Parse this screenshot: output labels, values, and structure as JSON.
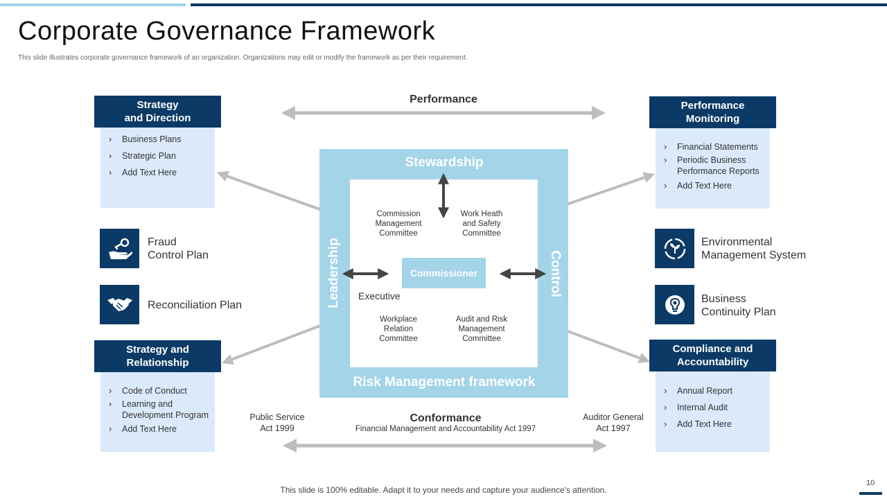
{
  "title": "Corporate Governance Framework",
  "subtitle": "This slide illustrates corporate governance framework of an organization. Organizations may edit or modify the framework as per their requirement.",
  "colors": {
    "navy": "#0b3a66",
    "light_blue": "#a3d4e8",
    "panel_blue": "#dbeafa",
    "arrow_gray": "#bdbdbd"
  },
  "corners": {
    "top_left": {
      "title": "Strategy\nand Direction",
      "items": [
        "Business Plans",
        "Strategic Plan",
        "Add Text Here"
      ]
    },
    "top_right": {
      "title": "Performance\nMonitoring",
      "items": [
        "Financial Statements",
        "Periodic Business\nPerformance Reports",
        "Add Text Here"
      ]
    },
    "bottom_left": {
      "title": "Strategy and\nRelationship",
      "items": [
        "Code of Conduct",
        "Learning and\nDevelopment  Program",
        "Add Text Here"
      ]
    },
    "bottom_right": {
      "title": "Compliance and\nAccountability",
      "items": [
        "Annual Report",
        "Internal Audit",
        "Add Text  Here"
      ]
    }
  },
  "side_items": {
    "fraud": {
      "label": "Fraud\nControl Plan",
      "icon": "hand-key-icon"
    },
    "reconciliation": {
      "label": "Reconciliation Plan",
      "icon": "handshake-icon"
    },
    "environmental": {
      "label": "Environmental\nManagement System",
      "icon": "recycle-leaf-icon"
    },
    "continuity": {
      "label": "Business\nContinuity Plan",
      "icon": "lightbulb-gear-icon"
    }
  },
  "center": {
    "stewardship": "Stewardship",
    "leadership": "Leadership",
    "control": "Control",
    "risk": "Risk Management framework",
    "commissioner": "Commissioner",
    "executive": "Executive",
    "committees": {
      "commission": "Commission\nManagement\nCommittee",
      "work_health": "Work  Heath\nand Safety\nCommittee",
      "workplace": "Workplace\nRelation\nCommittee",
      "audit_risk": "Audit and Risk\nManagement\nCommittee"
    }
  },
  "performance_label": "Performance",
  "conformance_label": "Conformance",
  "conformance_sub": "Financial Management and Accountability Act 1997",
  "public_service_act": "Public Service\nAct 1999",
  "auditor_general_act": "Auditor General\nAct 1997",
  "footer": "This slide is 100% editable. Adapt it to your needs and capture your audience's attention.",
  "page_number": "10"
}
